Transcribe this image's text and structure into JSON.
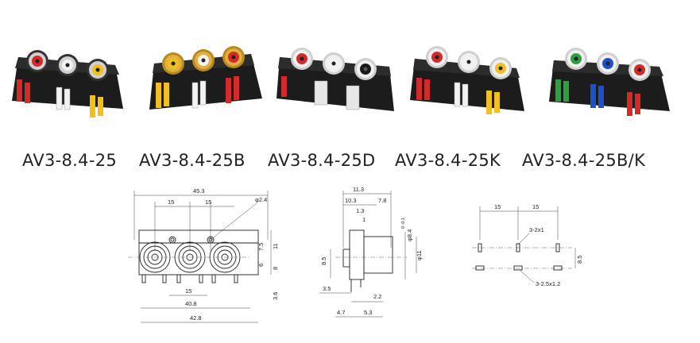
{
  "products": [
    {
      "model": "AV3-8.4-25",
      "jacks": [
        "#d42a2a",
        "#f2f2f2",
        "#f0c020"
      ],
      "body": "#1c1c1c",
      "pins": [
        "#d42a2a",
        "#f2f2f2",
        "#f0c020"
      ]
    },
    {
      "model": "AV3-8.4-25B",
      "jacks": [
        "#f0c020",
        "#f2f2f2",
        "#d42a2a"
      ],
      "body": "#1c1c1c",
      "pins": [
        "#f0c020",
        "#f2f2f2",
        "#d42a2a"
      ],
      "gold": true
    },
    {
      "model": "AV3-8.4-25D",
      "jacks": [
        "#d42a2a",
        "#f2f2f2",
        "#1a1a1a"
      ],
      "body": "#1c1c1c",
      "pins": [
        "#d42a2a",
        "#f2f2f2",
        "#1a1a1a"
      ]
    },
    {
      "model": "AV3-8.4-25K",
      "jacks": [
        "#d42a2a",
        "#f2f2f2",
        "#f0c020"
      ],
      "body": "#1c1c1c",
      "pins": [
        "#d42a2a",
        "#f2f2f2",
        "#f0c020"
      ]
    },
    {
      "model": "AV3-8.4-25B/K",
      "jacks": [
        "#2aa040",
        "#2050c8",
        "#d42a2a"
      ],
      "body": "#1c1c1c",
      "pins": [
        "#2aa040",
        "#2050c8",
        "#d42a2a"
      ]
    }
  ],
  "front_view": {
    "dim_total_width": "45.3",
    "dim_pitch_left": "15",
    "dim_pitch_right": "15",
    "dim_hole": "φ2.4",
    "dim_bottom_pitch": "15",
    "dim_width_408": "40.8",
    "dim_width_428": "42.8",
    "dim_h_11": "11",
    "dim_h_75": "7.5",
    "dim_h_6": "6",
    "dim_h_8": "8",
    "dim_h_36": "3.6"
  },
  "side_view": {
    "dim_113": "11.3",
    "dim_103": "10.3",
    "dim_78": "7.8",
    "dim_13": "1.3",
    "dim_1": "1",
    "dim_phi84": "φ8.4",
    "dim_phi84_tol": "0 -0.1",
    "dim_phi11": "φ11",
    "dim_85": "8.5",
    "dim_35": "3.5",
    "dim_22": "2.2",
    "dim_47": "4.7",
    "dim_53": "5.3"
  },
  "pcb_view": {
    "dim_pitch_left": "15",
    "dim_pitch_right": "15",
    "dim_slot_top": "3-2x1",
    "dim_slot_bottom": "3-2.5x1.2",
    "dim_85": "8.5"
  }
}
